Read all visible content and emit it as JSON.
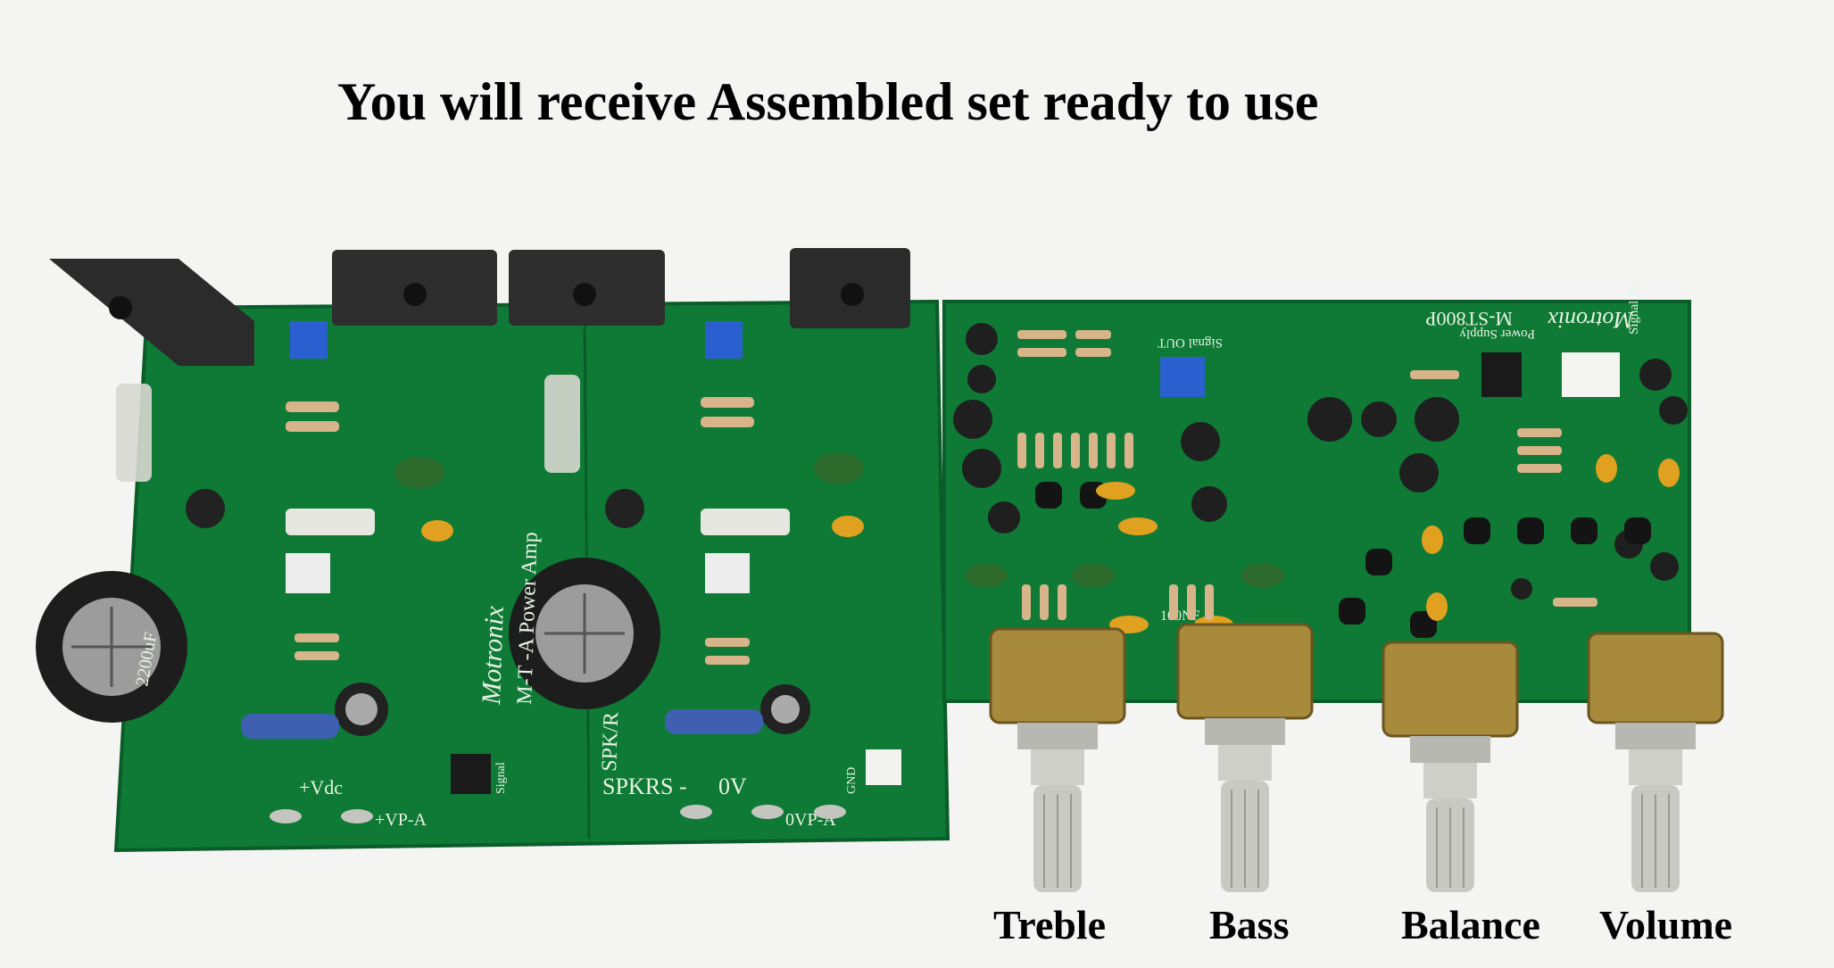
{
  "headline": "You will receive Assembled set ready to use",
  "knob_labels": {
    "treble": "Treble",
    "bass": "Bass",
    "balance": "Balance",
    "volume": "Volume"
  },
  "board_markings": {
    "brand": "Motronix",
    "amp_model": "M-T  -A Power Amp",
    "preamp_model": "M-ST800P",
    "vdc": "+Vdc",
    "vp_a": "+VP-A",
    "zero_vp_a": "0VP-A",
    "spkrs": "SPKRS -",
    "zero_v": "0V",
    "spk_r": "SPK/R",
    "signal": "Signal",
    "gnd": "GND",
    "signal_out": "Signal OUT",
    "signal_in": "Signal IN",
    "power_supply": "Power Supply",
    "cap_label": "2200uF",
    "ic_label": "100NF"
  },
  "colors": {
    "pcb": "#0e7a35",
    "pcb_dark": "#0a5c28",
    "heatsink": "#2b2b2b",
    "pot_brass": "#a88a3c",
    "shaft": "#c9c9c4"
  }
}
